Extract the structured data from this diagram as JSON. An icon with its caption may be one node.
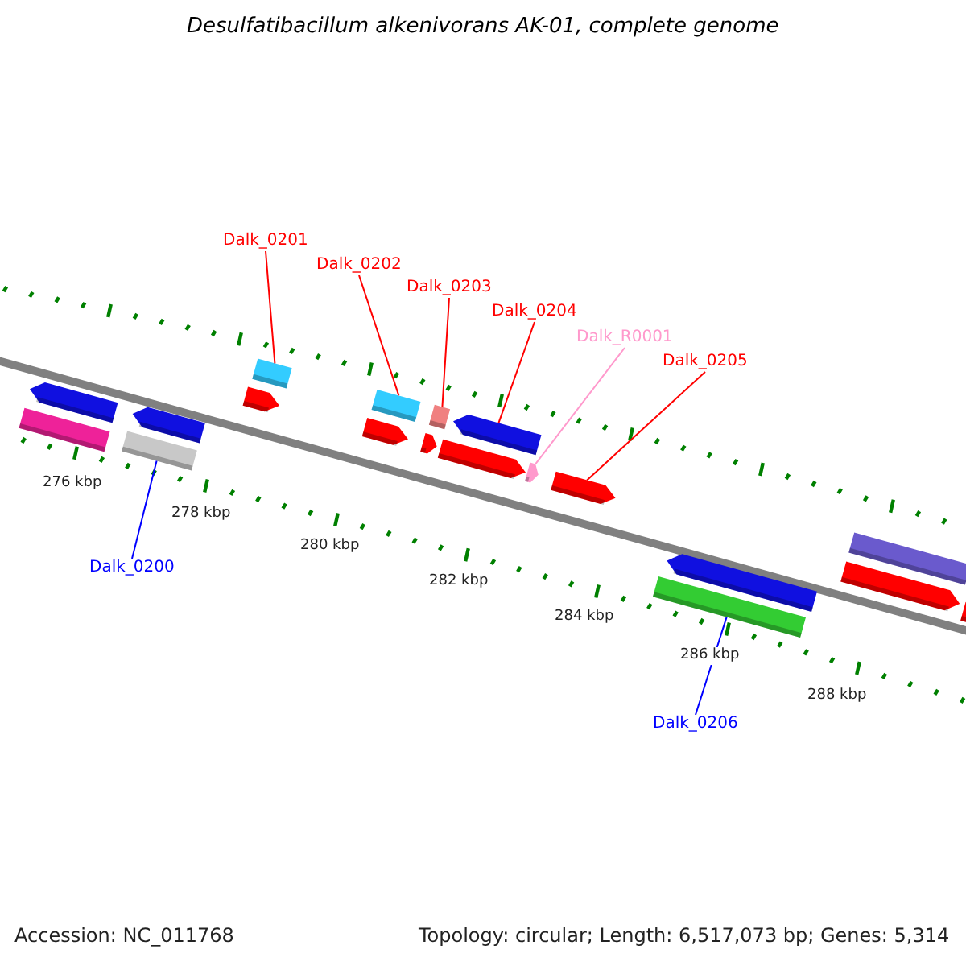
{
  "diagram": {
    "title": "Desulfatibacillum alkenivorans AK-01, complete genome",
    "nodes": [
      {
        "text": [
          "Dalk_0201"
        ]
      },
      {
        "text": [
          "Dalk_0202"
        ]
      },
      {
        "text": [
          "Dalk_0203"
        ]
      },
      {
        "text": [
          "Dalk_0204"
        ]
      },
      {
        "text": [
          "Dalk_R0001"
        ]
      },
      {
        "text": [
          "Dalk_0205"
        ]
      },
      {
        "text": [
          "Dalk_0200"
        ]
      },
      {
        "text": [
          "Dalk_0206"
        ]
      },
      {
        "text": [],
        "shape": "bar"
      },
      {
        "text": [],
        "shape": "bar"
      },
      {
        "text": [],
        "shape": "bar"
      },
      {
        "text": [],
        "shape": "bar"
      },
      {
        "text": [],
        "shape": "bar"
      },
      {
        "text": [],
        "shape": "bar"
      },
      {
        "text": [],
        "shape": "bar"
      },
      {
        "text": [],
        "shape": "bar"
      },
      {
        "text": [],
        "shape": "bar"
      },
      {
        "text": [],
        "shape": "bar"
      },
      {
        "text": [],
        "shape": "bar"
      },
      {
        "text": [],
        "shape": "bar"
      },
      {
        "text": [],
        "shape": "bar"
      },
      {
        "text": [],
        "shape": "bar"
      },
      {
        "text": [],
        "shape": "bar"
      },
      {
        "text": [],
        "shape": "bar"
      },
      {
        "text": [],
        "shape": "bar"
      },
      {
        "text": [],
        "shape": "bar"
      },
      {
        "text": [],
        "shape": "bar"
      }
    ],
    "edges": [
      {
        "from": 0,
        "to": 13,
        "arrow": "none"
      },
      {
        "from": 1,
        "to": 15,
        "arrow": "none"
      },
      {
        "from": 2,
        "to": 17,
        "arrow": "none"
      },
      {
        "from": 3,
        "to": 19,
        "arrow": "none"
      },
      {
        "from": 4,
        "to": 20,
        "arrow": "none",
        "color": "#ff99cc"
      },
      {
        "from": 5,
        "to": 21,
        "arrow": "none"
      },
      {
        "from": 6,
        "to": 10,
        "arrow": "none",
        "color": "#0000ff"
      },
      {
        "from": 7,
        "to": 22,
        "arrow": "none",
        "color": "#0000ff"
      }
    ],
    "labels": [
      "276 kbp",
      "278 kbp",
      "280 kbp",
      "282 kbp",
      "284 kbp",
      "286 kbp",
      "288 kbp",
      "Accession: NC_011768",
      "Topology: circular; Length: 6,517,073 bp; Genes: 5,314"
    ]
  }
}
